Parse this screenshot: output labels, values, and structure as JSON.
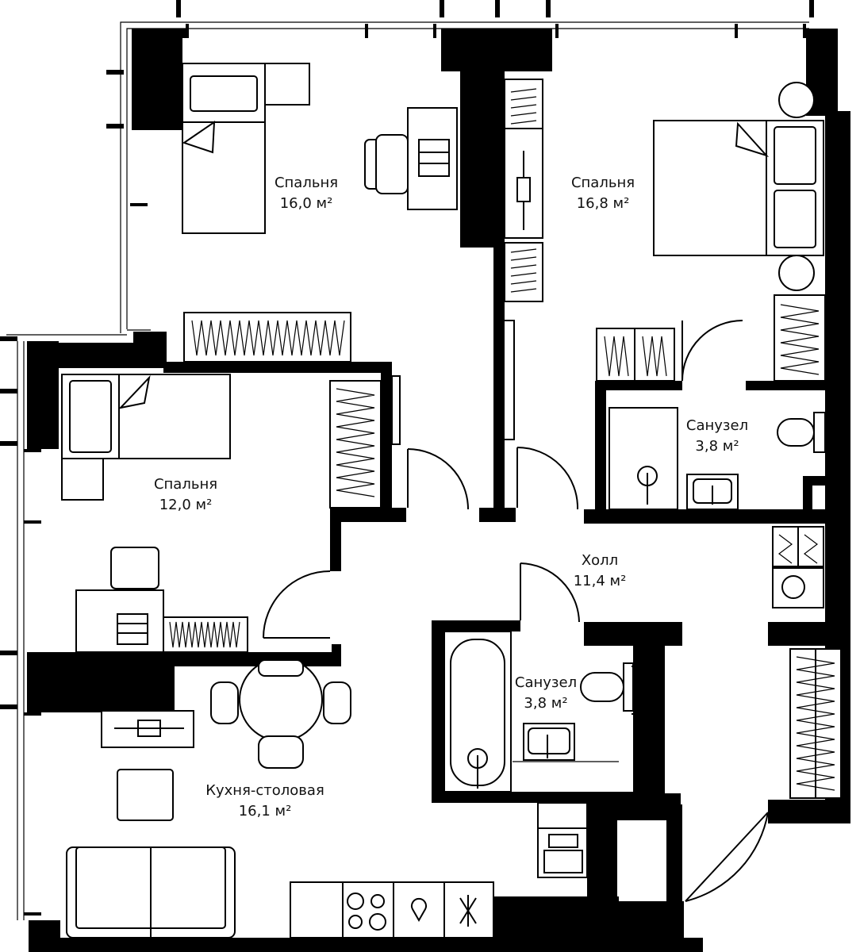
{
  "rooms": [
    {
      "id": "bedroom-1",
      "name": "Спальня",
      "area": "16,0 м²"
    },
    {
      "id": "bedroom-2",
      "name": "Спальня",
      "area": "16,8 м²"
    },
    {
      "id": "bedroom-3",
      "name": "Спальня",
      "area": "12,0 м²"
    },
    {
      "id": "bathroom-1",
      "name": "Санузел",
      "area": "3,8 м²"
    },
    {
      "id": "hall",
      "name": "Холл",
      "area": "11,4 м²"
    },
    {
      "id": "bathroom-2",
      "name": "Санузел",
      "area": "3,8 м²"
    },
    {
      "id": "kitchen",
      "name": "Кухня-столовая",
      "area": "16,1 м²"
    }
  ],
  "colors": {
    "wall": "#000000",
    "line": "#000000",
    "background": "#ffffff"
  }
}
